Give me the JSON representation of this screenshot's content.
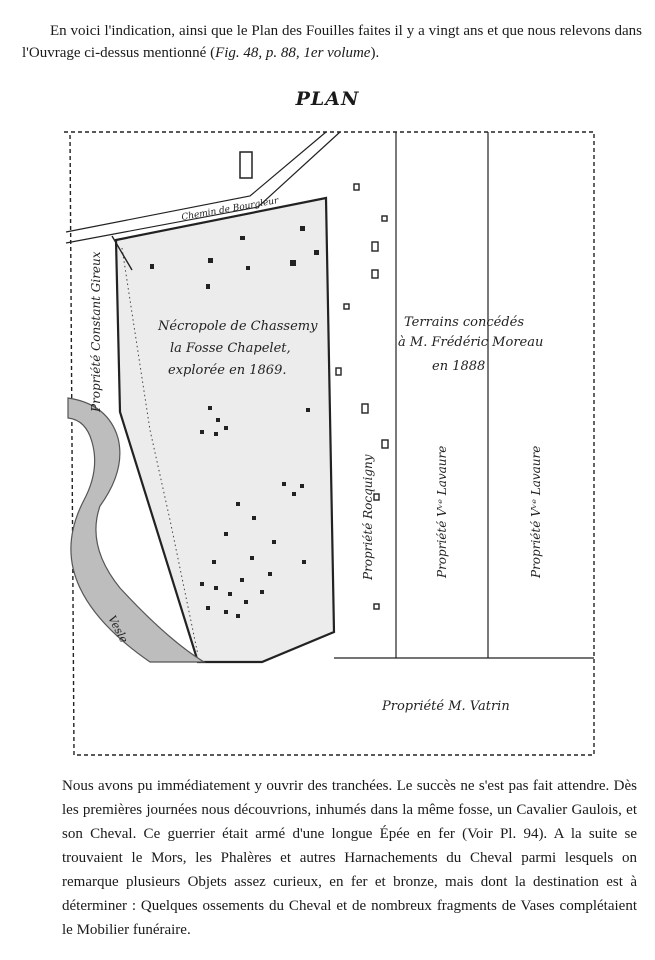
{
  "intro": {
    "text_before": "En voici l'indication, ainsi que le Plan des Fouilles faites il y a vingt ans et que nous relevons dans l'Ouvrage ci-dessus mentionné (",
    "reference": "Fig. 48, p. 88, 1er volume",
    "text_after": ")."
  },
  "plan": {
    "title": "PLAN",
    "necropole_lines": [
      "Nécropole de Chassemy",
      "la Fosse Chapelet,",
      "explorée en 1869."
    ],
    "terrains_lines": [
      "Terrains concédés",
      "à M. Frédéric Moreau",
      "en 1888"
    ],
    "chemin_label": "Chemin de Bourgleur",
    "constant_label": "Propriété Constant Gireux",
    "rocquigny_label": "Propriété Rocquigny",
    "lavaure1_label": "Propriété Vᵛᵉ Lavaure",
    "lavaure2_label": "Propriété Vᵛᵉ Lavaure",
    "vatrin_label": "Propriété M. Vatrin",
    "river_label": "Vesle",
    "colors": {
      "ink": "#222222",
      "plot_fill": "#ececec",
      "river": "#555555"
    }
  },
  "outro": {
    "text": "Nous avons pu immédiatement y ouvrir des tranchées. Le succès ne s'est pas fait attendre. Dès les premières journées nous découvrions, inhumés dans la même fosse, un Cavalier Gaulois, et son Cheval. Ce guerrier était armé d'une longue Épée en fer (Voir Pl. 94). A la suite se trouvaient le Mors, les Phalères et autres Harnachements du Cheval parmi lesquels on remarque plusieurs Objets assez curieux, en fer et bronze, mais dont la destination est à déterminer : Quelques ossements du Cheval et de nombreux fragments de Vases complétaient le Mobilier funéraire."
  }
}
